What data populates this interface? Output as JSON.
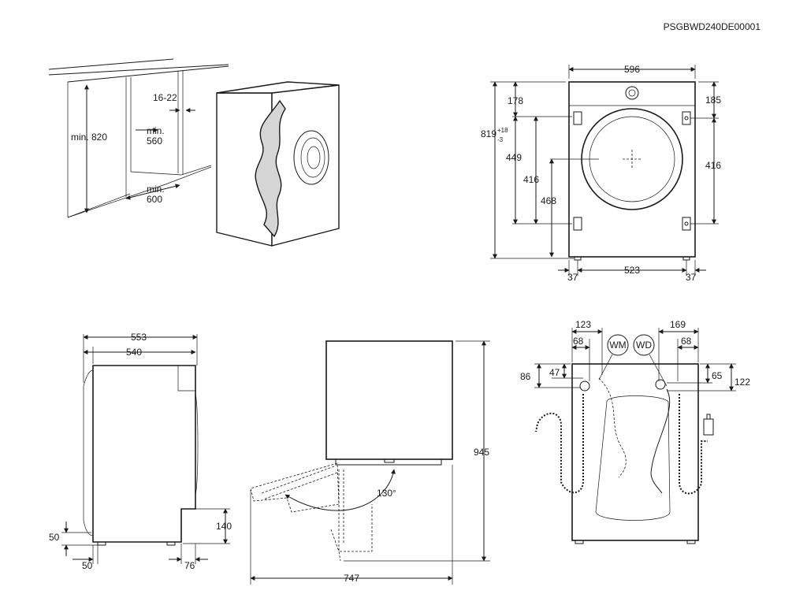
{
  "doc_code": "PSGBWD240DE00001",
  "niche": {
    "height": "min. 820",
    "gap": "16-22",
    "width_l1": "min.",
    "width_l2": "560",
    "depth_l1": "min.",
    "depth_l2": "600"
  },
  "front": {
    "width": "596",
    "top_left": "178",
    "top_right": "185",
    "height_main": "819",
    "height_tol_plus": "+18",
    "height_tol_minus": "-3",
    "d449": "449",
    "d416_left": "416",
    "d416_right": "416",
    "d468": "468",
    "foot_left": "37",
    "foot_span": "523",
    "foot_right": "37"
  },
  "side": {
    "total_depth": "553",
    "body_depth": "540",
    "left_bottom": "50",
    "foot_offset": "50",
    "rear_height": "140",
    "rear_offset": "76"
  },
  "door": {
    "height": "945",
    "angle": "130°",
    "swing_depth": "747"
  },
  "back": {
    "d123": "123",
    "d68_left": "68",
    "label_wm": "WM",
    "label_wd": "WD",
    "d169": "169",
    "d68_right": "68",
    "d86": "86",
    "d47": "47",
    "d65": "65",
    "d122": "122"
  }
}
